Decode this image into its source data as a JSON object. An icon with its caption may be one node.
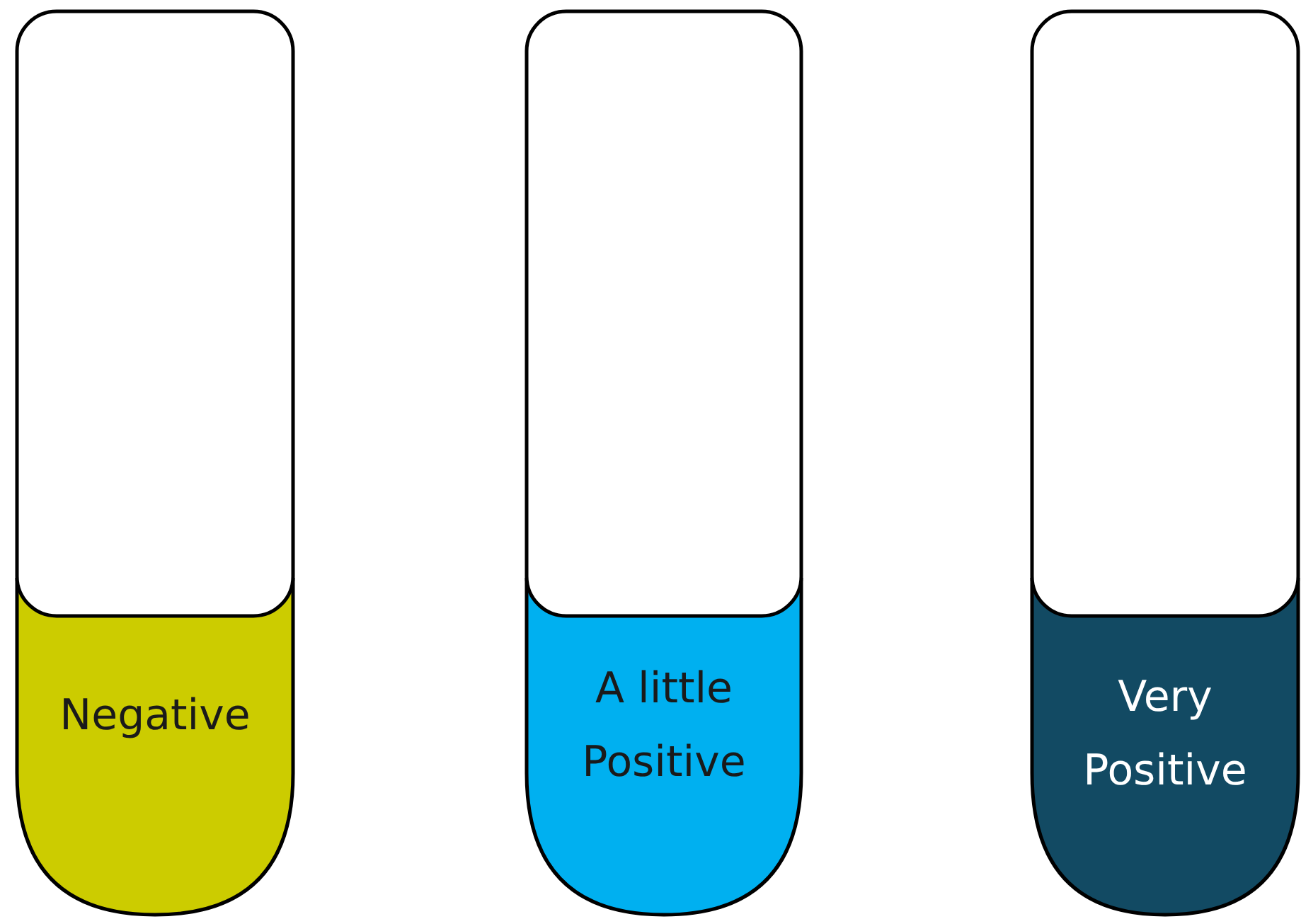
{
  "diagram": {
    "nodes": [
      {
        "text": [
          "Negative"
        ]
      },
      {
        "text": [
          "A little Positive"
        ]
      },
      {
        "text": [
          "Very Positive"
        ]
      }
    ]
  }
}
